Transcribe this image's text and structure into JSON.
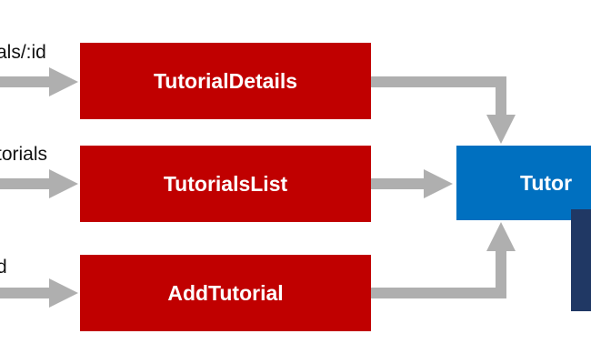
{
  "routes": [
    {
      "path_text": "als/:id"
    },
    {
      "path_text": "torials"
    },
    {
      "path_text": "d"
    }
  ],
  "components": [
    {
      "name": "TutorialDetails"
    },
    {
      "name": "TutorialsList"
    },
    {
      "name": "AddTutorial"
    }
  ],
  "service": {
    "name_visible": "Tutor"
  },
  "colors": {
    "component": "#c00000",
    "service": "#0070c0",
    "navy": "#203864",
    "arrow": "#afafaf"
  }
}
